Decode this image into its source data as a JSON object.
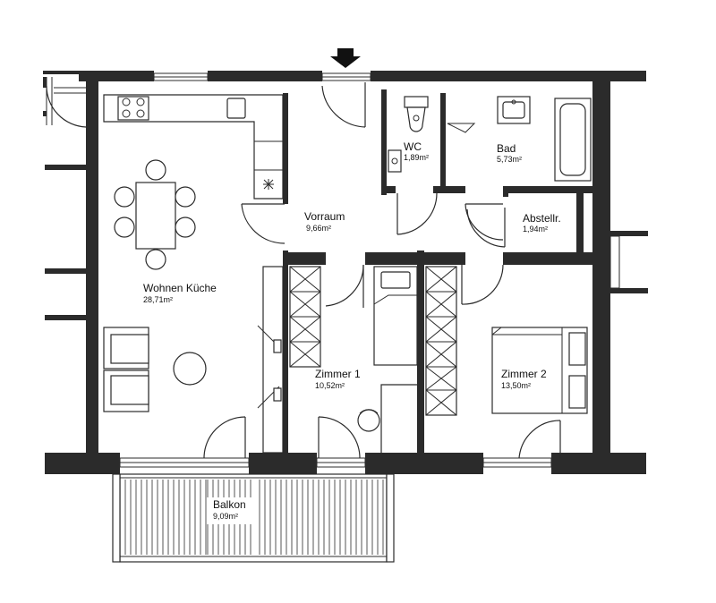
{
  "rooms": {
    "wohnen": {
      "name": "Wohnen Küche",
      "area": "28,71m²"
    },
    "vorraum": {
      "name": "Vorraum",
      "area": "9,66m²"
    },
    "wc": {
      "name": "WC",
      "area": "1,89m²"
    },
    "bad": {
      "name": "Bad",
      "area": "5,73m²"
    },
    "abstell": {
      "name": "Abstellr.",
      "area": "1,94m²"
    },
    "zimmer1": {
      "name": "Zimmer 1",
      "area": "10,52m²"
    },
    "zimmer2": {
      "name": "Zimmer 2",
      "area": "13,50m²"
    },
    "balkon": {
      "name": "Balkon",
      "area": "9,09m²"
    }
  },
  "entrance": {
    "icon": "entrance-arrow-icon"
  },
  "colors": {
    "wall": "#2b2b2b",
    "background": "#ffffff"
  }
}
